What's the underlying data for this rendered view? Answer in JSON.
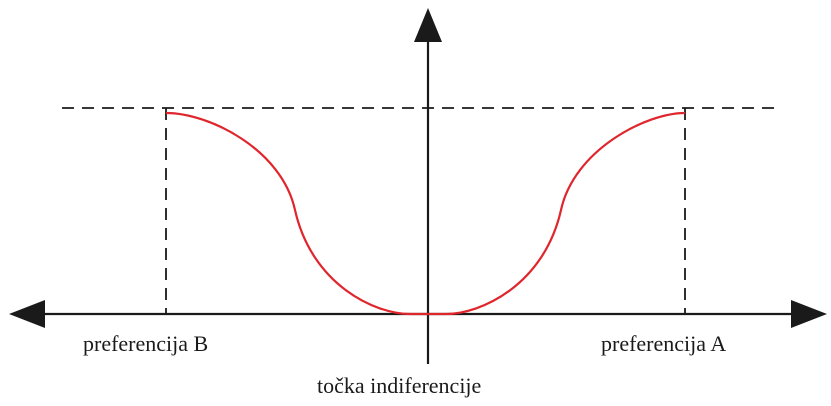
{
  "labels": {
    "left": "preferencija B",
    "right": "preferencija A",
    "center": "točka indiferencije"
  },
  "colors": {
    "curve": "#e0262d",
    "ink": "#1a1a1a",
    "background": "#ffffff"
  }
}
